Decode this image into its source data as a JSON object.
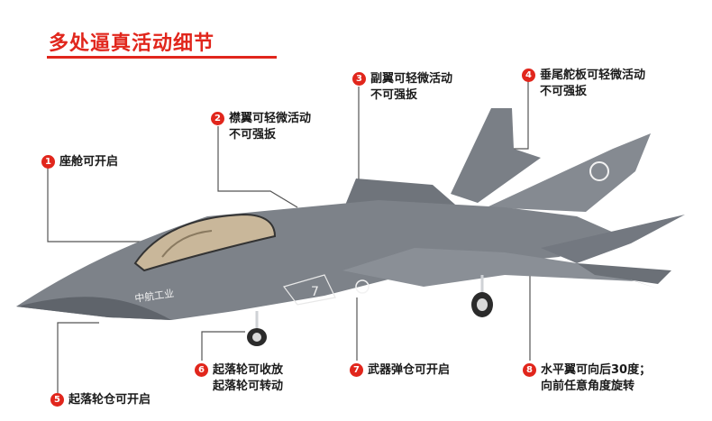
{
  "title": "多处逼真活动细节",
  "colors": {
    "accent": "#e1261c",
    "fuselage": "#7d8289",
    "line": "#555555"
  },
  "aircraft": {
    "side_text": "中航工业",
    "tail_number": "7"
  },
  "callouts": [
    {
      "num": "1",
      "lines": [
        "座舱可开启"
      ]
    },
    {
      "num": "2",
      "lines": [
        "襟翼可轻微活动",
        "不可强扳"
      ]
    },
    {
      "num": "3",
      "lines": [
        "副翼可轻微活动",
        "不可强扳"
      ]
    },
    {
      "num": "4",
      "lines": [
        "垂尾舵板可轻微活动",
        "不可强扳"
      ]
    },
    {
      "num": "5",
      "lines": [
        "起落轮仓可开启"
      ]
    },
    {
      "num": "6",
      "lines": [
        "起落轮可收放",
        "起落轮可转动"
      ]
    },
    {
      "num": "7",
      "lines": [
        "武器弹仓可开启"
      ]
    },
    {
      "num": "8",
      "lines": [
        "水平翼可向后30度；",
        "向前任意角度旋转"
      ]
    }
  ]
}
